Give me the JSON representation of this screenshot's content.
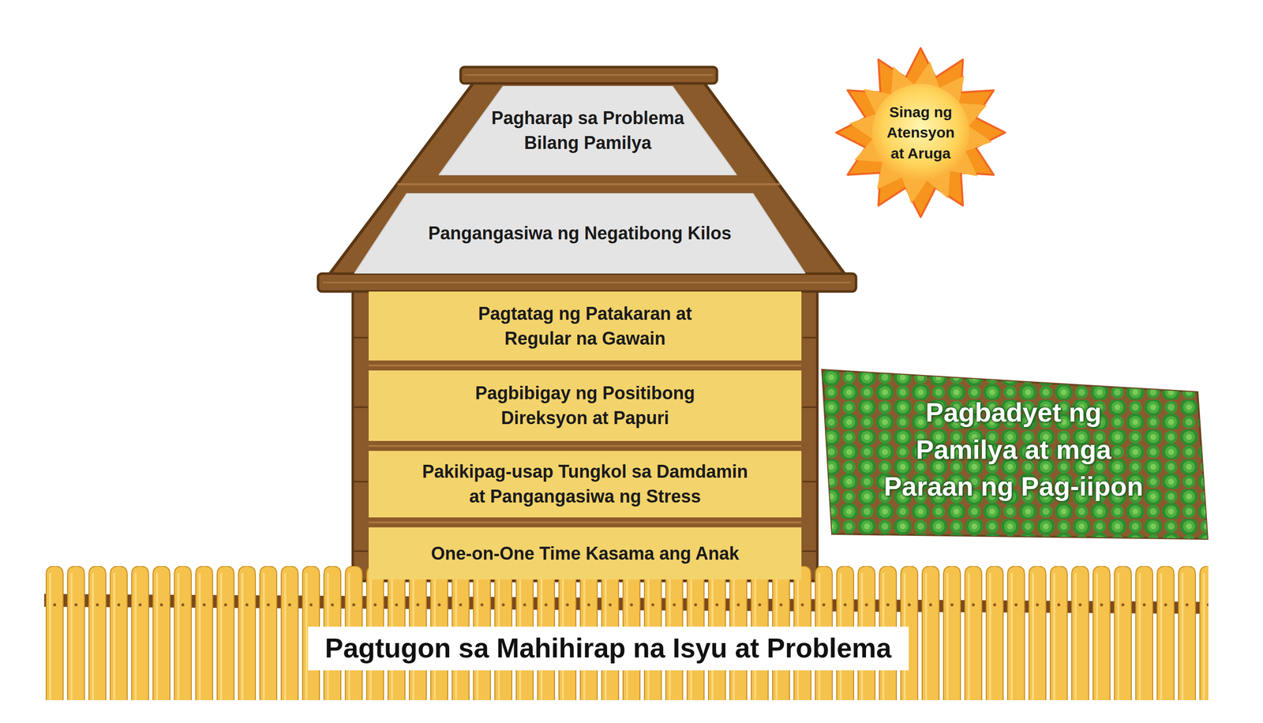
{
  "diagram": {
    "nodes": [
      {
        "text": [
          "Pagharap sa Problema Bilang Pamilya"
        ]
      },
      {
        "text": [
          "Pangangasiwa ng Negatibong Kilos"
        ]
      },
      {
        "text": [
          "Pagtatag ng Patakaran at Regular na Gawain"
        ]
      },
      {
        "text": [
          "Pagbibigay ng Positibong Direksyon at Papuri"
        ]
      },
      {
        "text": [
          "Pakikipag-usap Tungkol sa Damdamin at Pangangasiwa ng Stress"
        ]
      },
      {
        "text": [
          "One-on-One Time Kasama ang Anak"
        ]
      },
      {
        "text": [
          "Sinag ng Atensyon at Aruga"
        ]
      },
      {
        "text": [
          "Pagbadyet ng Pamilya at mga Paraan ng Pag-iipon"
        ]
      },
      {
        "text": [
          "Pagtugon sa Mahihirap na Isyu at Problema"
        ]
      }
    ]
  }
}
